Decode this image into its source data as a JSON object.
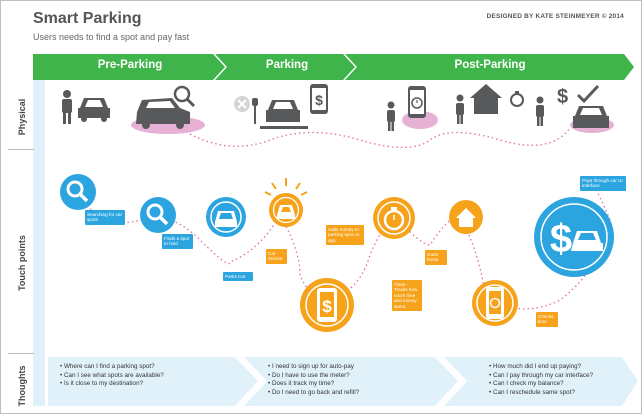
{
  "header": {
    "title": "Smart Parking",
    "subtitle": "Users needs to find a spot and pay fast",
    "credit": "DESIGNED BY KATE STEINMEYER © 2014"
  },
  "rows": {
    "physical": "Physical",
    "touch_points": "Touch points",
    "thoughts": "Thoughts"
  },
  "stages": [
    "Pre-Parking",
    "Parking",
    "Post-Parking"
  ],
  "touch_points": {
    "searching": "Searching for car spots",
    "find_spot": "Finds a spot to hold",
    "parks_car": "Parks Car",
    "car_sensor": "Car Sensor",
    "adds_money": "Adds money to parking spot on app",
    "timer": "Timer - Tracks how much time and money spent",
    "goes_home": "Goes home",
    "checks_time": "Checks time",
    "pays": "Pays through car UI interface"
  },
  "thoughts": {
    "pre_parking": [
      "Where can I find a parking spot?",
      "Can I see what spots are available?",
      "Is it close to my destination?"
    ],
    "parking": [
      "I need to sign up for auto-pay",
      "Do I have to use the meter?",
      "Does it track my time?",
      "Do I need to go back and refill?"
    ],
    "post_parking": [
      "How much did I end up paying?",
      "Can I pay through my car interface?",
      "Can I check my balance?",
      "Can I reschedule same spot?"
    ]
  },
  "colors": {
    "green": "#3fb44a",
    "blue": "#2ba4e0",
    "orange": "#f7a21b",
    "pink": "#e26ab0",
    "grey": "#58595b"
  }
}
